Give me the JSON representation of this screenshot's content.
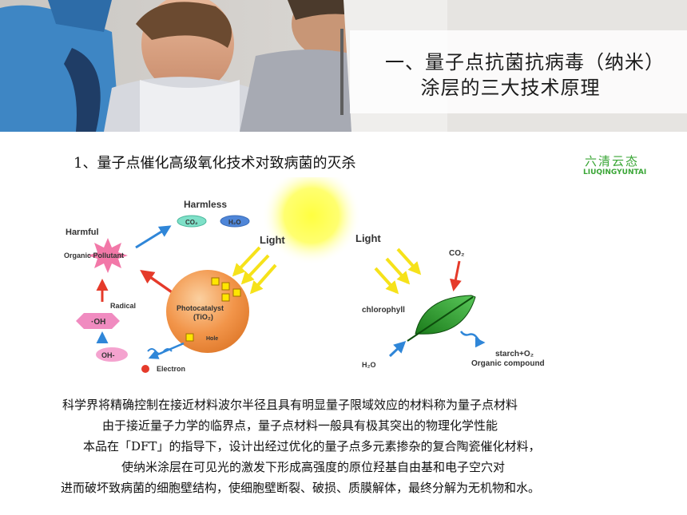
{
  "header": {
    "title_line1": "一、量子点抗菌抗病毒（纳米）",
    "title_line2": "涂层的三大技术原理"
  },
  "section": {
    "subtitle": "1、量子点催化高级氧化技术对致病菌的灭杀"
  },
  "brand": {
    "name_cn": "六清云态",
    "name_en": "LIUQINGYUNTAI",
    "color": "#3aa636"
  },
  "diagram": {
    "harmless": "Harmless",
    "co2": "CO₂",
    "h2o": "H₂O",
    "harmful": "Harmful",
    "organic_pollutant": "Organic Pollutant",
    "radical": "Radical",
    "oh_radical": "·OH",
    "oh_ion": "OH-",
    "light_left": "Light",
    "light_right": "Light",
    "photocatalyst": "Photocatalyst",
    "tio2": "(TiO₂)",
    "hole": "Hole",
    "electron": "Electron",
    "chlorophyll": "chlorophyll",
    "co2_right": "CO₂",
    "h2o_right": "H₂O",
    "starch": "starch+O₂",
    "organic_compound": "Organic compound"
  },
  "body": {
    "lines": [
      "科学界将精确控制在接近材料波尔半径且具有明显量子限域效应的材料称为量子点材料",
      "由于接近量子力学的临界点，量子点材料一般具有极其突出的物理化学性能",
      "本品在「DFT」的指导下，设计出经过优化的量子点多元素掺杂的复合陶瓷催化材料，",
      "使纳米涂层在可见光的激发下形成高强度的原位羟基自由基和电子空穴对",
      "进而破坏致病菌的细胞壁结构，使细胞壁断裂、破损、质膜解体，最终分解为无机物和水。"
    ]
  }
}
